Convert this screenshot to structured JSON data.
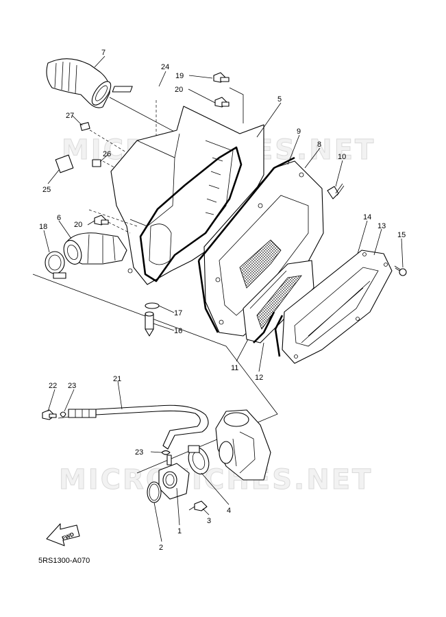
{
  "watermark": "MICROFICHES.NET",
  "diagram_code": "5RS1300-A070",
  "fwd_label": "FWD",
  "callouts": [
    "1",
    "2",
    "3",
    "4",
    "5",
    "6",
    "7",
    "8",
    "9",
    "10",
    "11",
    "12",
    "13",
    "14",
    "15",
    "16",
    "17",
    "18",
    "19",
    "20",
    "20",
    "21",
    "22",
    "23",
    "23",
    "24",
    "25",
    "26",
    "27"
  ]
}
